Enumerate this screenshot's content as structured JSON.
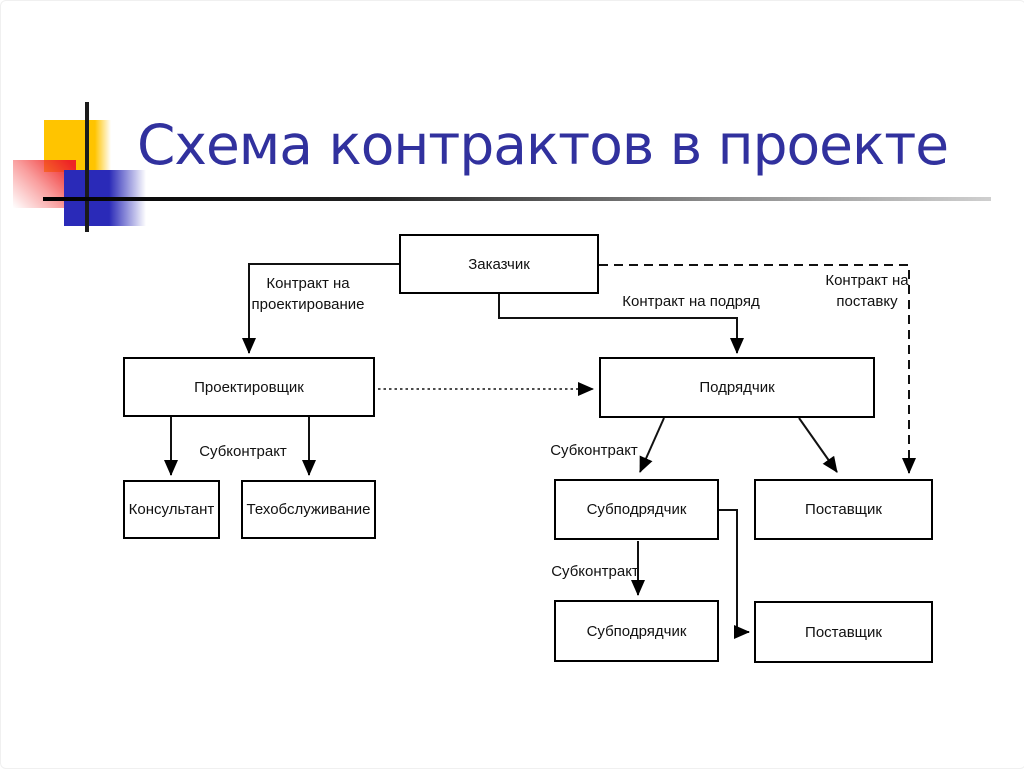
{
  "slide": {
    "title": "Схема контрактов в проекте"
  },
  "diagram": {
    "nodes": {
      "customer": {
        "label": "Заказчик"
      },
      "designer": {
        "label": "Проектировщик"
      },
      "contractor": {
        "label": "Подрядчик"
      },
      "consultant": {
        "label": "Консультант"
      },
      "maintenance": {
        "label": "Техобслуживание"
      },
      "subcontractor_top": {
        "label": "Субподрядчик"
      },
      "supplier_top": {
        "label": "Поставщик"
      },
      "subcontractor_bottom": {
        "label": "Субподрядчик"
      },
      "supplier_bottom": {
        "label": "Поставщик"
      }
    },
    "edge_labels": {
      "design_contract": "Контракт на проектирование",
      "work_contract": "Контракт на подряд",
      "supply_contract": "Контракт на поставку",
      "subcontract_left": "Субконтракт",
      "subcontract_right": "Субконтракт",
      "subcontract_bottom": "Субконтракт"
    }
  },
  "colors": {
    "title_text": "#31319e",
    "diagram_text": "#111111",
    "box_border": "#000000",
    "box_fill": "#ffffff",
    "accent_yellow": "#ffc400",
    "accent_blue": "#2a2ab8",
    "accent_red": "#ee2525",
    "rule_gradient_start": "#000000",
    "rule_gradient_end": "#cfcfcf"
  }
}
